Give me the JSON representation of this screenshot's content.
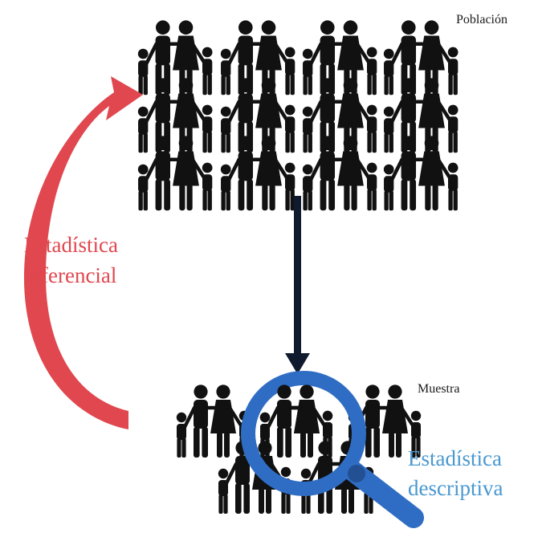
{
  "population": {
    "label": "Población",
    "group_rows": 3,
    "groups_per_row": 4,
    "icon": "family-icon"
  },
  "sample": {
    "label": "Muestra",
    "group_count": 5,
    "icon": "family-icon"
  },
  "inferential": {
    "line1": "Estadística",
    "line2": "inferencial",
    "color": "#e0474f",
    "icon": "curved-arrow-icon"
  },
  "descriptive": {
    "line1": "Estadística",
    "line2": "descriptiva",
    "color": "#4a98d0",
    "icon": "magnifier-icon"
  },
  "colors": {
    "figures": "#111111",
    "down_arrow": "#0f1a2e",
    "magnifier": "#2f6dc4"
  }
}
